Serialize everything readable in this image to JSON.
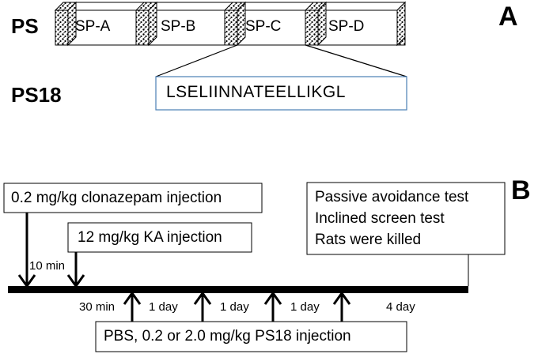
{
  "panel_a": {
    "letter": "A",
    "ps_label": "PS",
    "ps18_label": "PS18",
    "segments": [
      "SP-A",
      "SP-B",
      "SP-C",
      "SP-D"
    ],
    "sequence": "LSELIINNATEELLIKGL"
  },
  "panel_b": {
    "letter": "B",
    "clonazepam_box": "0.2 mg/kg clonazepam injection",
    "ka_box": "12 mg/kg KA injection",
    "tests": [
      "Passive avoidance test",
      "Inclined screen test",
      "Rats were killed"
    ],
    "interval_10min": "10 min",
    "interval_30min": "30 min",
    "intervals": [
      "1 day",
      "1 day",
      "1 day",
      "4 day"
    ],
    "ps18_injection_box": "PBS, 0.2 or 2.0 mg/kg PS18 injection"
  }
}
